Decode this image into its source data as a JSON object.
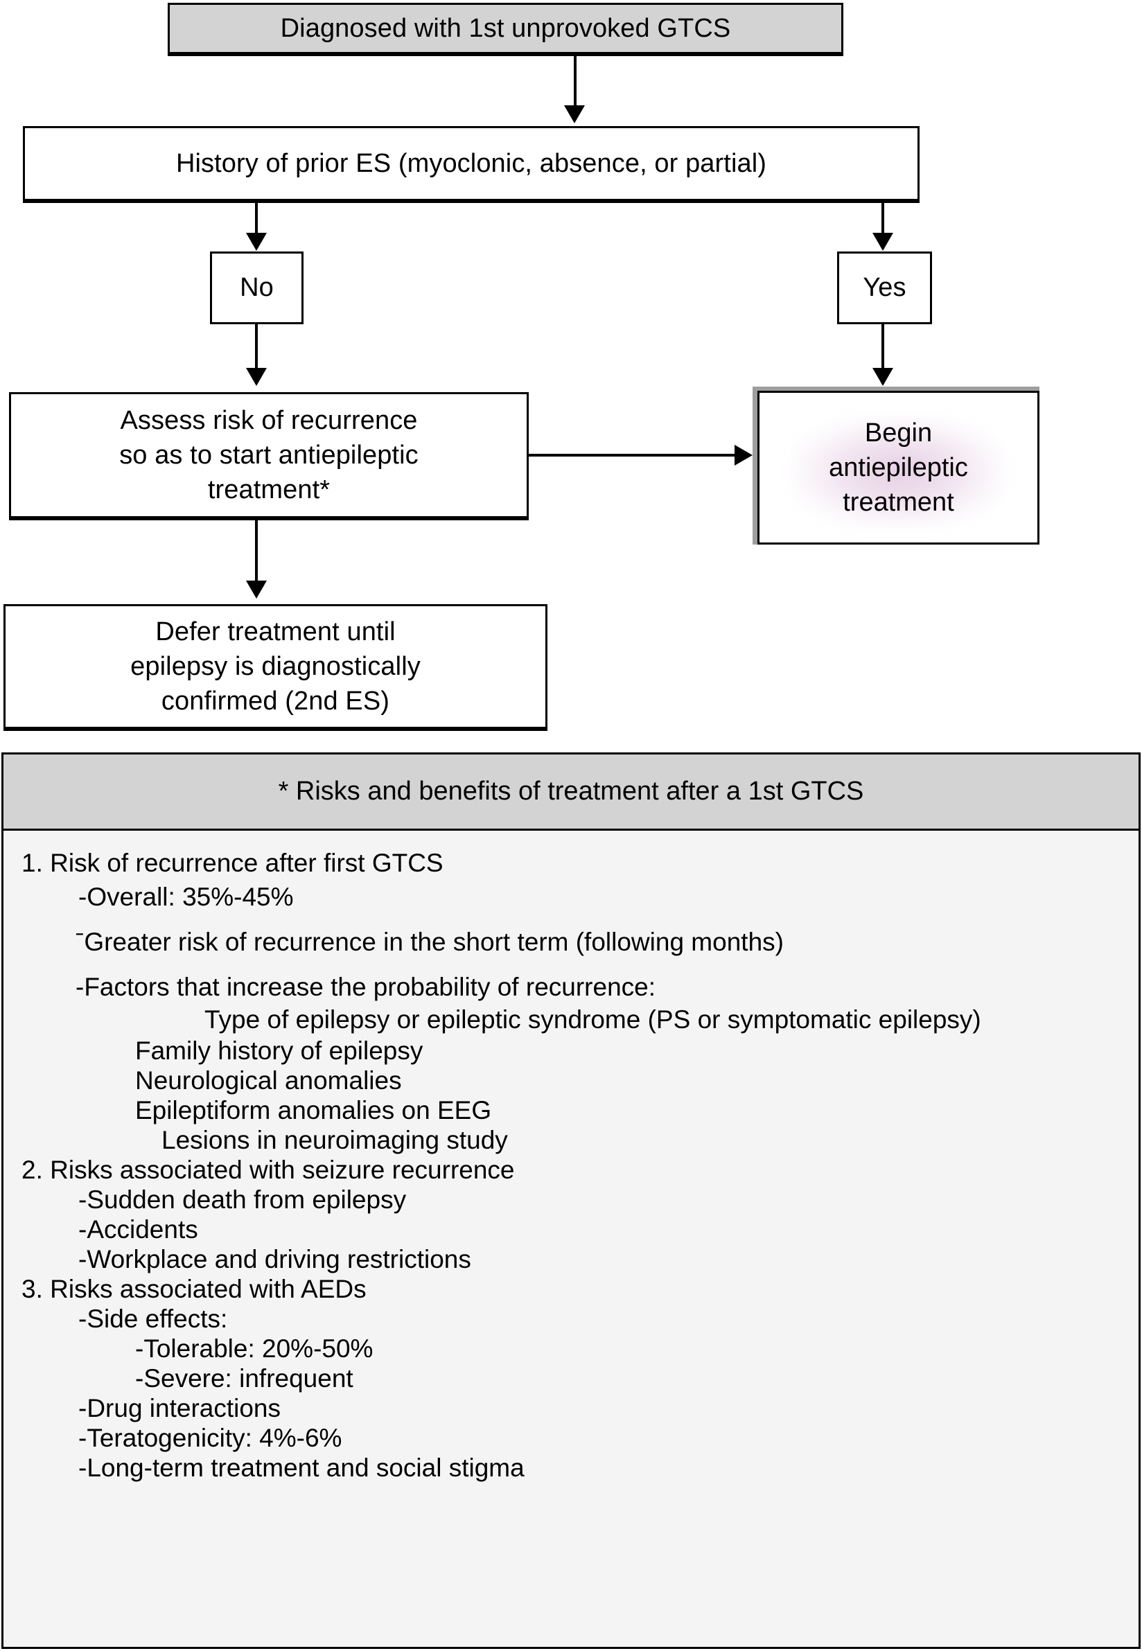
{
  "flowchart": {
    "nodes": {
      "diagnosis": "Diagnosed with 1st unprovoked GTCS",
      "history": "History of prior ES (myoclonic, absence, or partial)",
      "answer_no": "No",
      "answer_yes": "Yes",
      "assess": "Assess risk of recurrence\nso as to start antiepileptic\ntreatment*",
      "begin_treatment": "Begin\nantiepileptic\ntreatment",
      "defer": "Defer treatment until\nepilepsy is diagnostically\nconfirmed (2nd ES)"
    },
    "colors": {
      "shaded_fill": "#d3d3d3",
      "panel_fill": "#f4f4f4",
      "border": "#000000",
      "glow": "#a0469"
    }
  },
  "panel": {
    "header": "* Risks and benefits of treatment after a 1st GTCS",
    "items": [
      "1. Risk of recurrence after first GTCS",
      "-Overall: 35%-45%",
      "ˉGreater risk of recurrence in the short term (following months)",
      "-Factors that increase the probability of recurrence:",
      "Type of epilepsy or epileptic syndrome (PS or symptomatic epilepsy)",
      "Family history of epilepsy",
      "Neurological anomalies",
      "Epileptiform anomalies on EEG",
      "Lesions in neuroimaging study",
      "2. Risks associated with seizure recurrence",
      "-Sudden death from epilepsy",
      "-Accidents",
      "-Workplace and driving restrictions",
      "3. Risks associated with AEDs",
      "-Side effects:",
      "-Tolerable: 20%-50%",
      "-Severe: infrequent",
      "-Drug interactions",
      "-Teratogenicity: 4%-6%",
      "-Long-term treatment and social stigma"
    ]
  }
}
